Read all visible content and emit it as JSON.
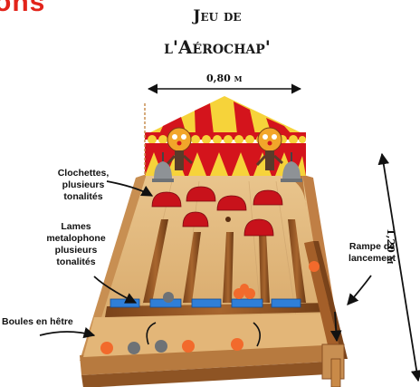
{
  "header": {
    "cut_title": "ons",
    "title_line1": "Jeu de",
    "title_line2": "l'Aérochap'"
  },
  "dimensions": {
    "width": "0,80 m",
    "length": "1,20 m"
  },
  "labels": {
    "bells": [
      "Clochettes,",
      "plusieurs",
      "tonalités"
    ],
    "metallophone": [
      "Lames",
      "metalophone",
      "plusieurs",
      "tonalités"
    ],
    "balls": "Boules en hêtre",
    "ramp": [
      "Rampe de",
      "lancement"
    ]
  },
  "colors": {
    "wood_light": "#e2b87c",
    "wood_mid": "#c88f52",
    "wood_dark": "#8a4f22",
    "bell_red": "#c8121b",
    "tent_red": "#d4141c",
    "tent_yellow": "#f6d33a",
    "blade_blue": "#2f7fd8",
    "ball_orange": "#f26a2c",
    "ball_grey": "#6e7276"
  }
}
